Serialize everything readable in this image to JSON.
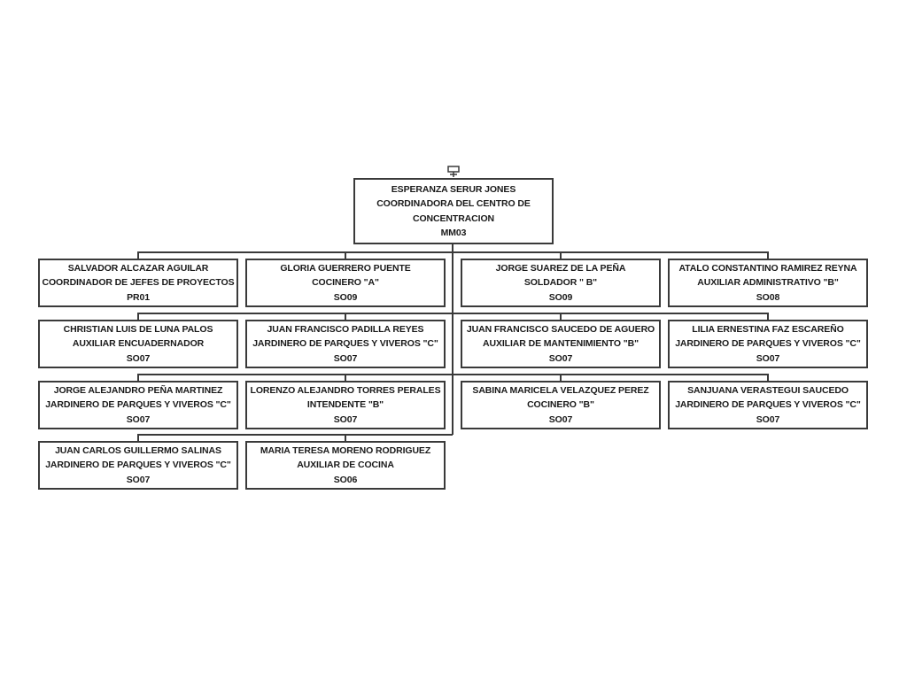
{
  "root": {
    "name": "ESPERANZA SERUR JONES",
    "title_line1": "COORDINADORA DEL CENTRO DE",
    "title_line2": "CONCENTRACION",
    "code": "MM03"
  },
  "rows": [
    [
      {
        "name": "SALVADOR ALCAZAR AGUILAR",
        "title": "COORDINADOR DE JEFES DE PROYECTOS",
        "code": "PR01"
      },
      {
        "name": "GLORIA GUERRERO PUENTE",
        "title": "COCINERO \"A\"",
        "code": "SO09"
      },
      {
        "name": "JORGE SUAREZ DE LA PEÑA",
        "title": "SOLDADOR \" B\"",
        "code": "SO09"
      },
      {
        "name": "ATALO CONSTANTINO RAMIREZ REYNA",
        "title": "AUXILIAR ADMINISTRATIVO \"B\"",
        "code": "SO08"
      }
    ],
    [
      {
        "name": "CHRISTIAN LUIS DE LUNA PALOS",
        "title": "AUXILIAR ENCUADERNADOR",
        "code": "SO07"
      },
      {
        "name": "JUAN FRANCISCO PADILLA REYES",
        "title": "JARDINERO DE PARQUES Y VIVEROS \"C\"",
        "code": "SO07"
      },
      {
        "name": "JUAN FRANCISCO SAUCEDO DE AGUERO",
        "title": "AUXILIAR DE MANTENIMIENTO \"B\"",
        "code": "SO07"
      },
      {
        "name": "LILIA ERNESTINA FAZ ESCAREÑO",
        "title": "JARDINERO DE PARQUES Y VIVEROS \"C\"",
        "code": "SO07"
      }
    ],
    [
      {
        "name": "JORGE ALEJANDRO PEÑA MARTINEZ",
        "title": "JARDINERO DE PARQUES Y VIVEROS \"C\"",
        "code": "SO07"
      },
      {
        "name": "LORENZO ALEJANDRO TORRES PERALES",
        "title": "INTENDENTE \"B\"",
        "code": "SO07"
      },
      {
        "name": "SABINA MARICELA VELAZQUEZ PEREZ",
        "title": "COCINERO \"B\"",
        "code": "SO07"
      },
      {
        "name": "SANJUANA VERASTEGUI SAUCEDO",
        "title": "JARDINERO DE PARQUES Y VIVEROS \"C\"",
        "code": "SO07"
      }
    ],
    [
      {
        "name": "JUAN CARLOS GUILLERMO SALINAS",
        "title": "JARDINERO DE PARQUES Y VIVEROS \"C\"",
        "code": "SO07"
      },
      {
        "name": "MARIA TERESA MORENO RODRIGUEZ",
        "title": "AUXILIAR DE COCINA",
        "code": "SO06"
      }
    ]
  ],
  "icon": "collapse-tree-icon"
}
